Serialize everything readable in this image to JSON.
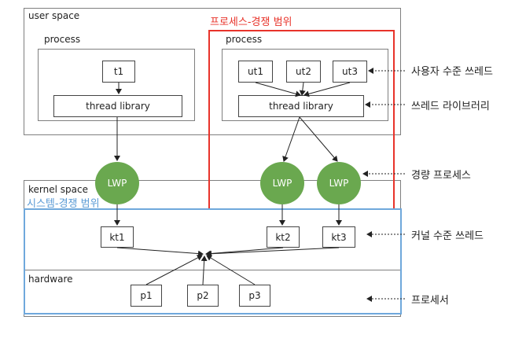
{
  "regions": {
    "user_space": "user space",
    "kernel_space": "kernel space",
    "hardware": "hardware",
    "process_left": "process",
    "process_right": "process"
  },
  "scopes": {
    "process_contention": "프로세스-경쟁 범위",
    "system_contention": "시스템-경쟁 범위"
  },
  "nodes": {
    "t1": "t1",
    "thread_library_left": "thread library",
    "ut1": "ut1",
    "ut2": "ut2",
    "ut3": "ut3",
    "thread_library_right": "thread library",
    "lwp_left": "LWP",
    "lwp_mid": "LWP",
    "lwp_right": "LWP",
    "kt1": "kt1",
    "kt2": "kt2",
    "kt3": "kt3",
    "p1": "p1",
    "p2": "p2",
    "p3": "p3"
  },
  "annotations": {
    "user_level_thread": "사용자 수준 쓰레드",
    "thread_library": "쓰레드 라이브러리",
    "lightweight_process": "경량 프로세스",
    "kernel_level_thread": "커널 수준 쓰레드",
    "processor": "프로세서"
  },
  "colors": {
    "process_scope": "#e8332a",
    "system_scope": "#6fa8dc",
    "lwp": "#6aa84f"
  }
}
